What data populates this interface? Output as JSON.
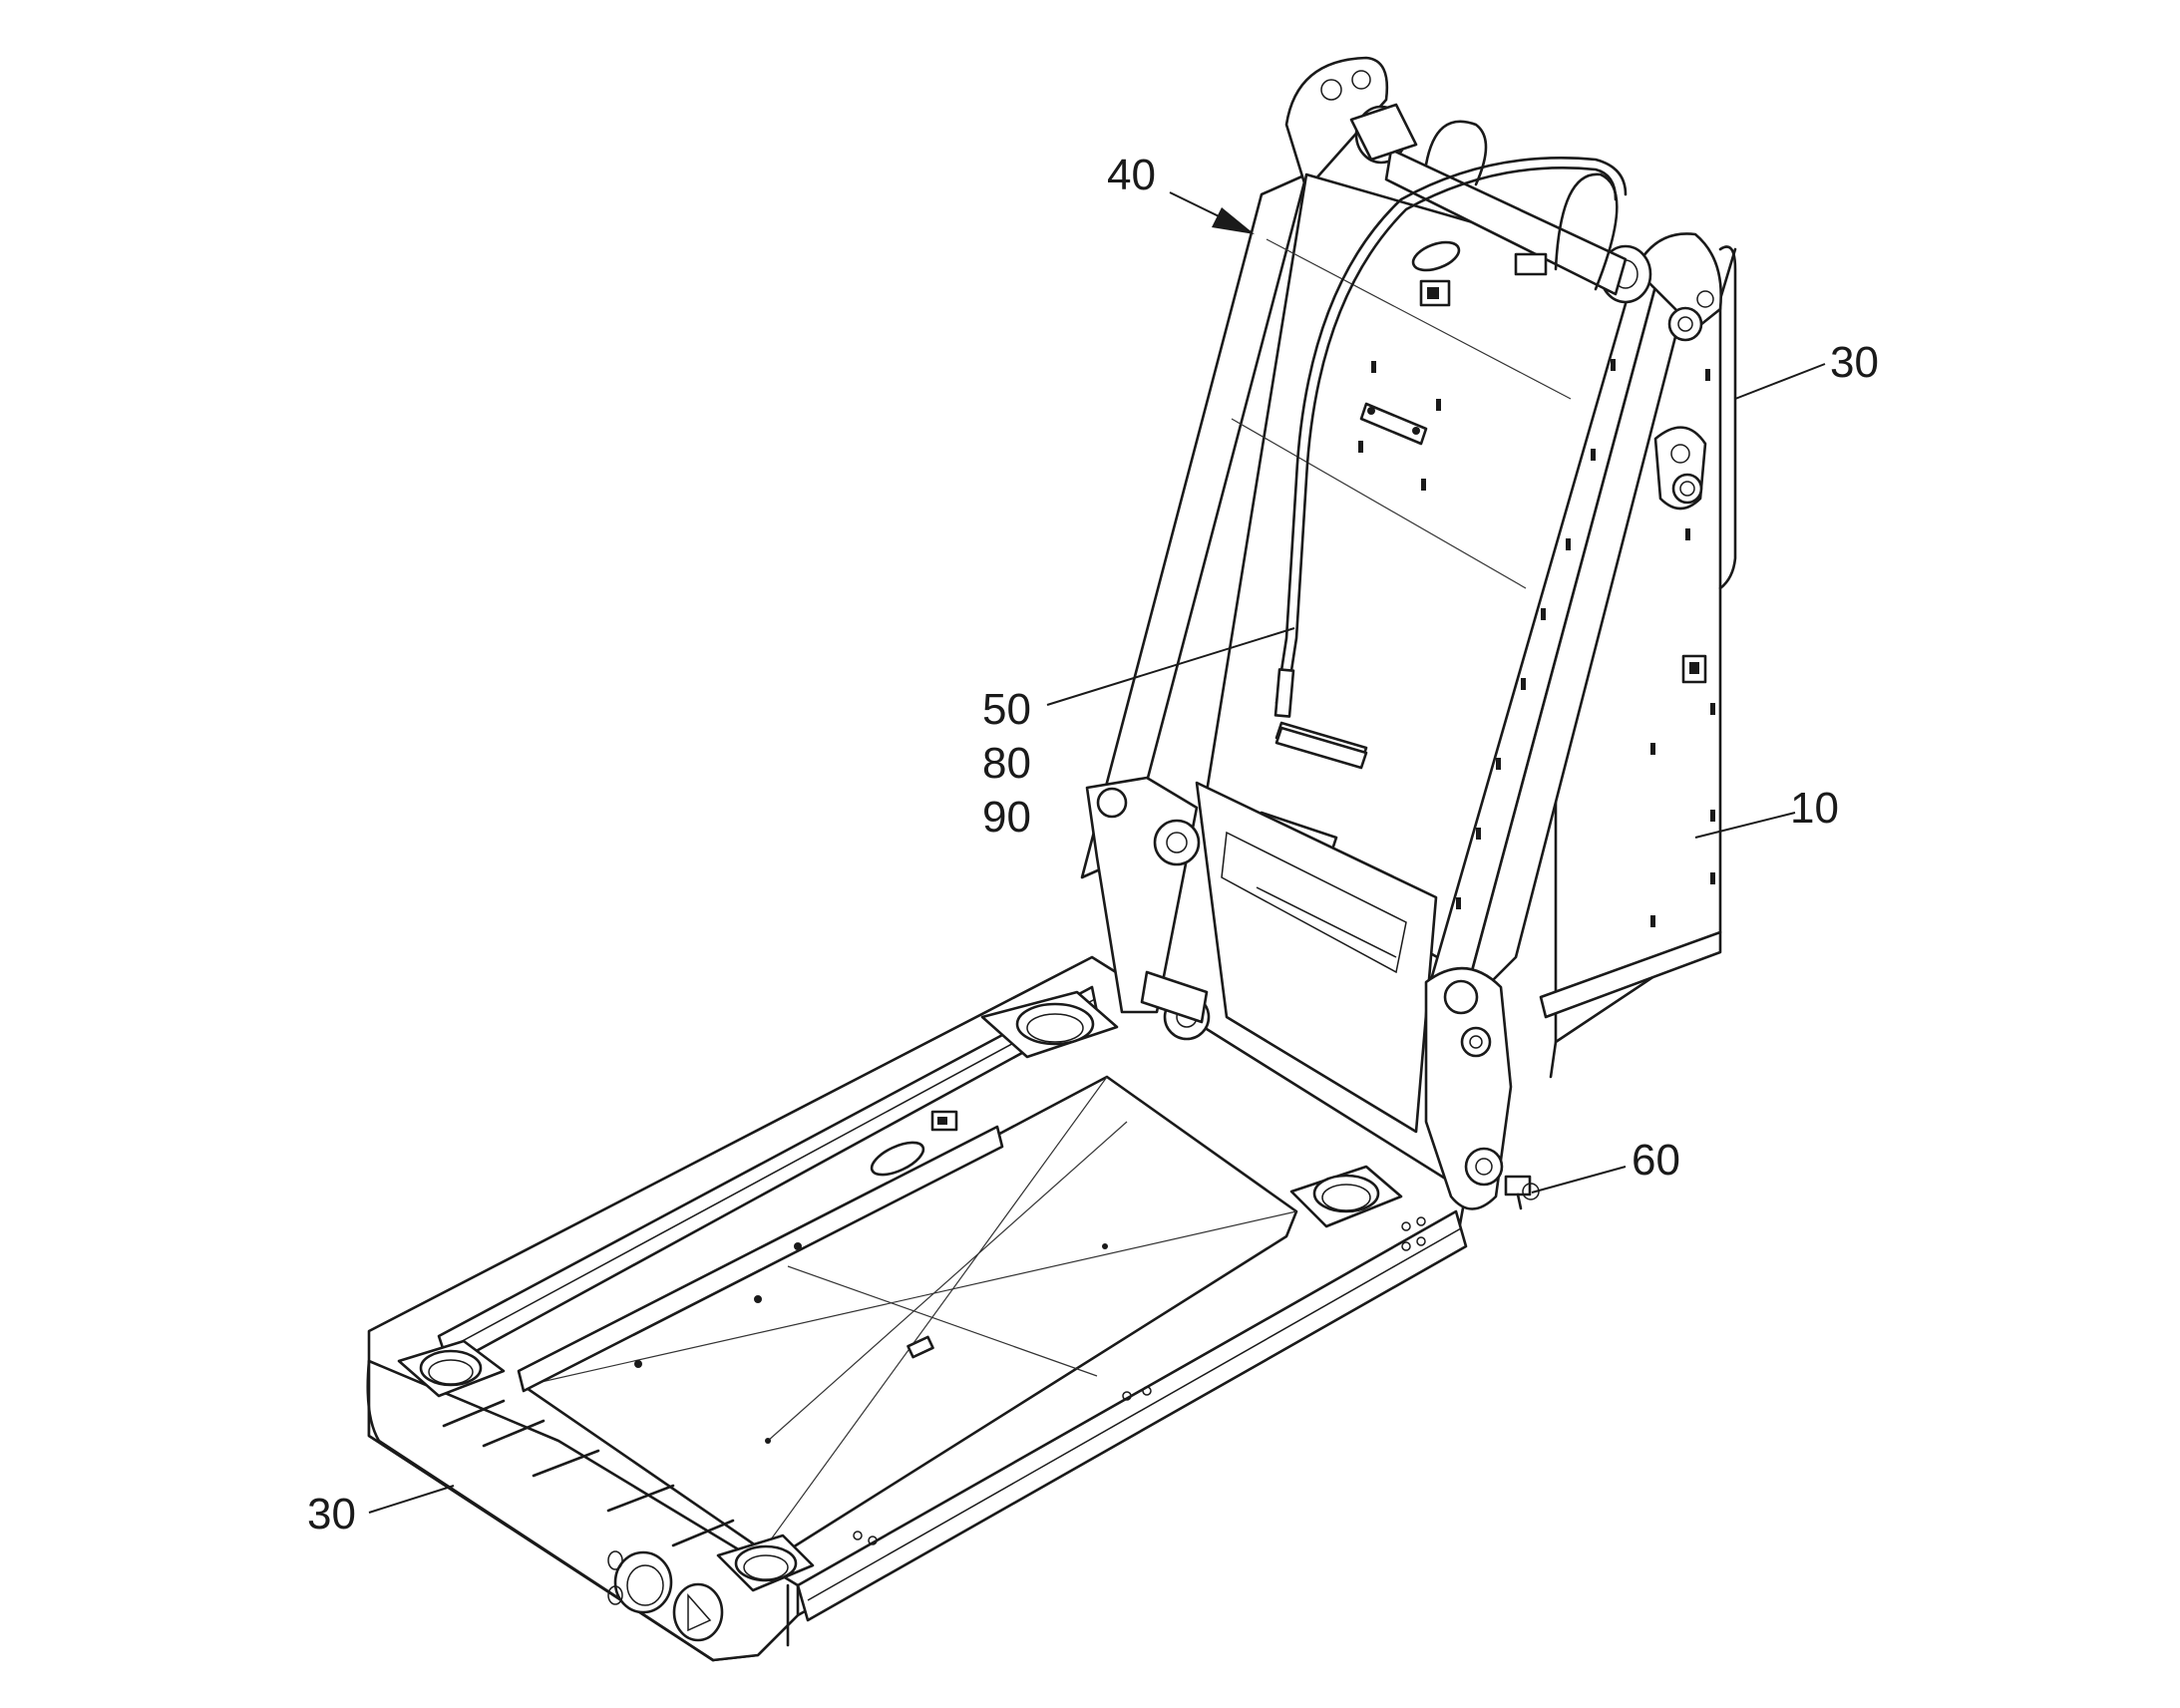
{
  "labels": {
    "assembly": "40",
    "upright_frame": "30",
    "base_frame": "30",
    "cable": "50",
    "cable_alt_1": "80",
    "cable_alt_2": "90",
    "housing": "10",
    "connector": "60"
  },
  "colors": {
    "line": "#1a1a1a",
    "background": "#ffffff"
  }
}
